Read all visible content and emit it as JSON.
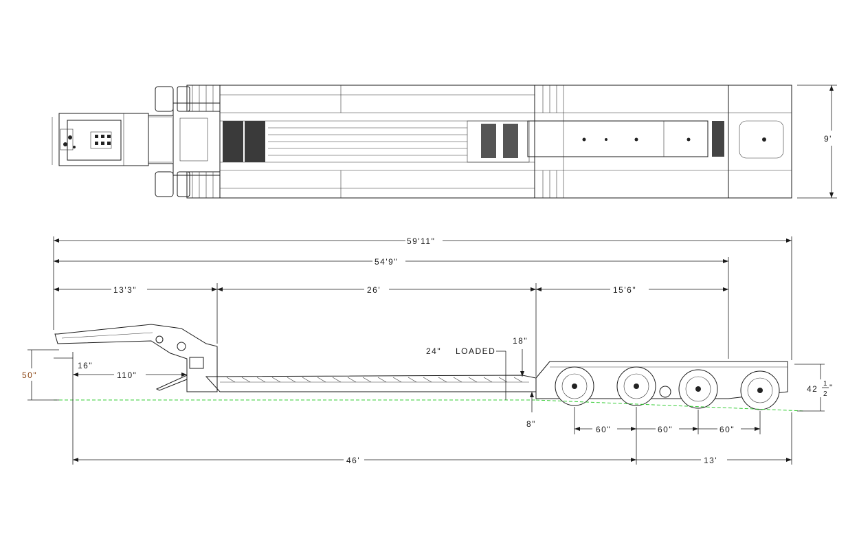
{
  "dimensions": {
    "width_9ft": "9'",
    "overall_length": "59'11\"",
    "length_54_9": "54'9\"",
    "gooseneck_13_3": "13'3\"",
    "deck_26": "26'",
    "rear_15_6": "15'6\"",
    "height_50": "50\"",
    "offset_16": "16\"",
    "offset_110": "110\"",
    "loaded_24": "24\"",
    "loaded_label": "LOADED",
    "drop_18": "18\"",
    "drop_8": "8\"",
    "rear_height_42": "42",
    "rear_height_fraction_num": "1",
    "rear_height_fraction_den": "2",
    "rear_height_unit": "\"",
    "axle_spacing_1": "60\"",
    "axle_spacing_2": "60\"",
    "axle_spacing_3": "60\"",
    "kingpin_to_axle": "46'",
    "rear_13": "13'"
  },
  "colors": {
    "ground_line": "#33cc33",
    "height_dim": "#8b4513"
  }
}
